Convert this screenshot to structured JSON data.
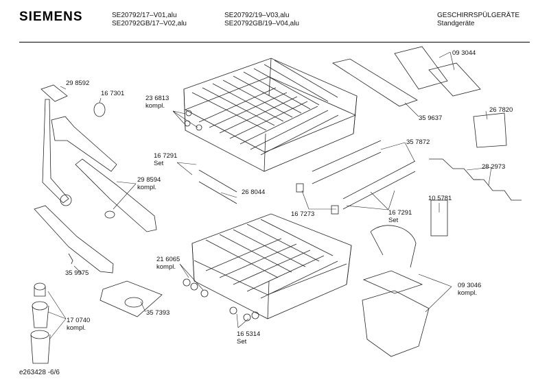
{
  "header": {
    "brand": "SIEMENS",
    "models_col1": [
      "SE20792/17–V01,alu",
      "SE20792GB/17–V02,alu"
    ],
    "models_col2": [
      "SE20792/19–V03,alu",
      "SE20792GB/19–V04,alu"
    ],
    "category": "GESCHIRRSPÜLGERÄTE",
    "subcategory": "Standgeräte"
  },
  "parts": [
    {
      "id": "p298592a",
      "lines": [
        "29 8592"
      ]
    },
    {
      "id": "p167301",
      "lines": [
        "16 7301"
      ]
    },
    {
      "id": "p236813",
      "lines": [
        "23 6813",
        "kompl."
      ]
    },
    {
      "id": "p093044",
      "lines": [
        "09 3044"
      ]
    },
    {
      "id": "p359637",
      "lines": [
        "35 9637"
      ]
    },
    {
      "id": "p267820",
      "lines": [
        "26 7820"
      ]
    },
    {
      "id": "p167291a",
      "lines": [
        "16 7291",
        "Set"
      ]
    },
    {
      "id": "p357872",
      "lines": [
        "35 7872"
      ]
    },
    {
      "id": "p282973",
      "lines": [
        "28 2973"
      ]
    },
    {
      "id": "p298594",
      "lines": [
        "29 8594",
        "kompl."
      ]
    },
    {
      "id": "p268044",
      "lines": [
        "26 8044"
      ]
    },
    {
      "id": "p167273",
      "lines": [
        "16 7273"
      ]
    },
    {
      "id": "p167291b",
      "lines": [
        "16 7291",
        "Set"
      ]
    },
    {
      "id": "p105781",
      "lines": [
        "10 5781"
      ]
    },
    {
      "id": "p216065",
      "lines": [
        "21 6065",
        "kompl."
      ]
    },
    {
      "id": "p359975",
      "lines": [
        "35 9975"
      ]
    },
    {
      "id": "p093046",
      "lines": [
        "09 3046",
        "kompl."
      ]
    },
    {
      "id": "p357393",
      "lines": [
        "35 7393"
      ]
    },
    {
      "id": "p170740",
      "lines": [
        "17 0740",
        "kompl."
      ]
    },
    {
      "id": "p165314",
      "lines": [
        "16 5314",
        "Set"
      ]
    }
  ],
  "footer": {
    "code": "e263428 -6/6"
  }
}
